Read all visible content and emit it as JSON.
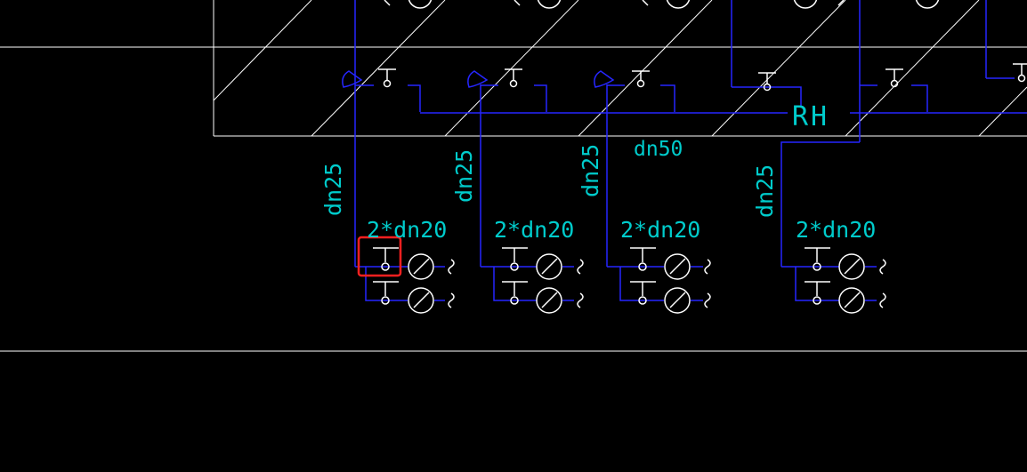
{
  "colors": {
    "background": "#000000",
    "frame": "#ffffff",
    "pipe": "#2626ff",
    "text": "#00cccc",
    "symbol": "#ffffff",
    "highlight": "#ff2020"
  },
  "labels": {
    "main_pipe": "dn50",
    "riser_label": "RH",
    "branch_1_size": "dn25",
    "branch_2_size": "dn25",
    "branch_3_size": "dn25",
    "branch_4_size": "dn25",
    "group_1_fittings": "2*dn20",
    "group_2_fittings": "2*dn20",
    "group_3_fittings": "2*dn20",
    "group_4_fittings": "2*dn20"
  },
  "selection": {
    "highlighted_symbol": "valve-icon"
  }
}
